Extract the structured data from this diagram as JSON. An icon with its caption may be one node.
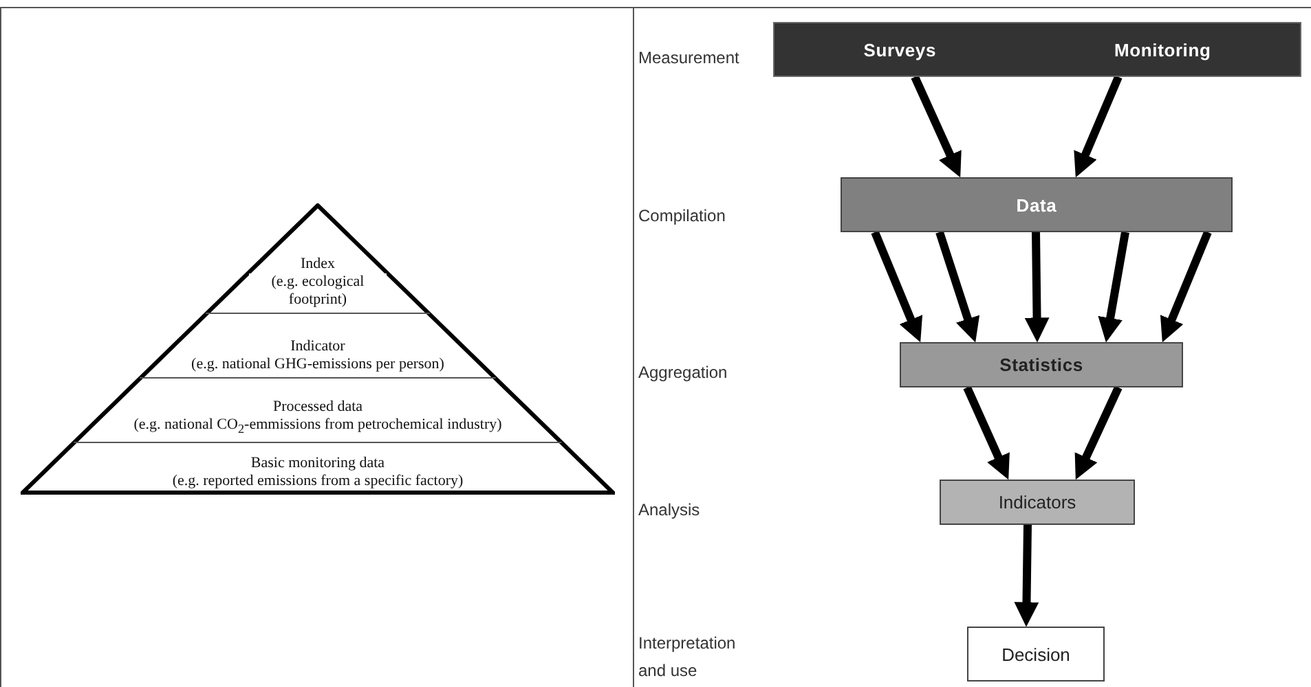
{
  "diagram": {
    "nodes": [
      {
        "text": [],
        "shape": "triangle"
      },
      {
        "text": [
          "Index",
          "(e.g. ecological footprint)"
        ],
        "in": 0
      },
      {
        "text": [
          "Indicator",
          "(e.g. national GHG-emissions per person)"
        ],
        "in": 0
      },
      {
        "text": [
          "Processed data",
          "(e.g. national CO$_{2}$-emmissions from petrochemical industry)"
        ],
        "in": 0
      },
      {
        "text": [
          "Basic monitoring data",
          "(e.g. reported emissions from a specific factory)"
        ],
        "in": 0
      },
      {
        "text": [
          "Surveys",
          "Monitoring"
        ]
      },
      {
        "text": [
          "Data"
        ]
      },
      {
        "text": [
          "Statistics"
        ]
      },
      {
        "text": [
          "Indicators"
        ]
      },
      {
        "text": [
          "Decision"
        ]
      }
    ],
    "edges": [
      {
        "from": 5,
        "to": 6,
        "arrow": "to"
      },
      {
        "from": 5,
        "to": 6,
        "arrow": "to"
      },
      {
        "from": 6,
        "to": 7,
        "arrow": "to"
      },
      {
        "from": 6,
        "to": 7,
        "arrow": "to"
      },
      {
        "from": 6,
        "to": 7,
        "arrow": "to"
      },
      {
        "from": 6,
        "to": 7,
        "arrow": "to"
      },
      {
        "from": 6,
        "to": 7,
        "arrow": "to"
      },
      {
        "from": 7,
        "to": 8,
        "arrow": "to"
      },
      {
        "from": 7,
        "to": 8,
        "arrow": "to"
      },
      {
        "from": 8,
        "to": 9,
        "arrow": "to"
      }
    ],
    "labels": [
      "Measurement",
      "Compilation",
      "Aggregation",
      "Analysis",
      "Interpretation and use"
    ]
  }
}
